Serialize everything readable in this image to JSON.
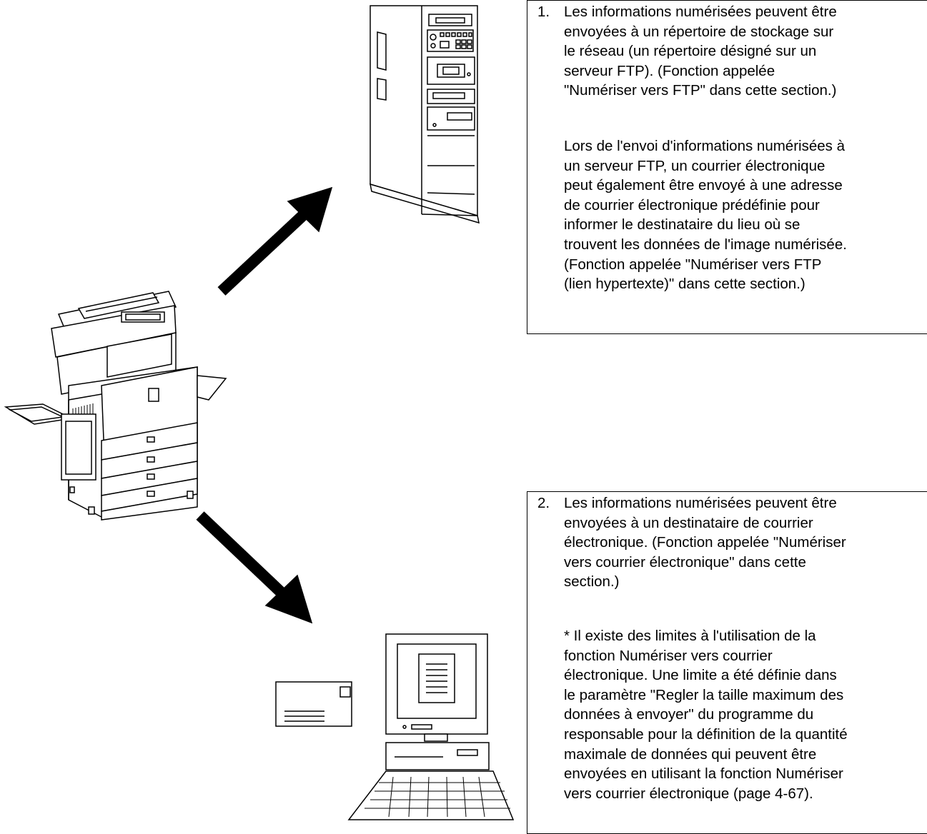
{
  "item1": {
    "number": "1.",
    "para1": [
      "Les informations numérisées peuvent être",
      "envoyées à un répertoire de stockage sur",
      "le réseau (un répertoire désigné sur un",
      "serveur FTP). (Fonction appelée",
      "\"Numériser vers FTP\" dans cette section.)"
    ],
    "para2": [
      "Lors de l'envoi d'informations numérisées à",
      "un serveur FTP, un courrier électronique",
      "peut également être envoyé à une adresse",
      "de courrier électronique prédéfinie pour",
      "informer le destinataire du lieu où se",
      "trouvent les données de l'image numérisée.",
      "(Fonction appelée \"Numériser vers FTP",
      "(lien hypertexte)\" dans cette section.)"
    ]
  },
  "item2": {
    "number": "2.",
    "para1": [
      "Les informations numérisées peuvent être",
      "envoyées à un destinataire de courrier",
      "électronique. (Fonction appelée \"Numériser",
      "vers courrier électronique\" dans cette",
      "section.)"
    ],
    "para2": [
      "* Il existe des limites à l'utilisation de la",
      "fonction Numériser vers courrier",
      "électronique. Une limite a été définie dans",
      "le paramètre \"Regler la taille maximum des",
      "données à envoyer\" du programme du",
      "responsable pour la définition de la quantité",
      "maximale de données qui peuvent être",
      "envoyées en utilisant la fonction Numériser",
      "vers courrier électronique (page 4-67)."
    ]
  }
}
